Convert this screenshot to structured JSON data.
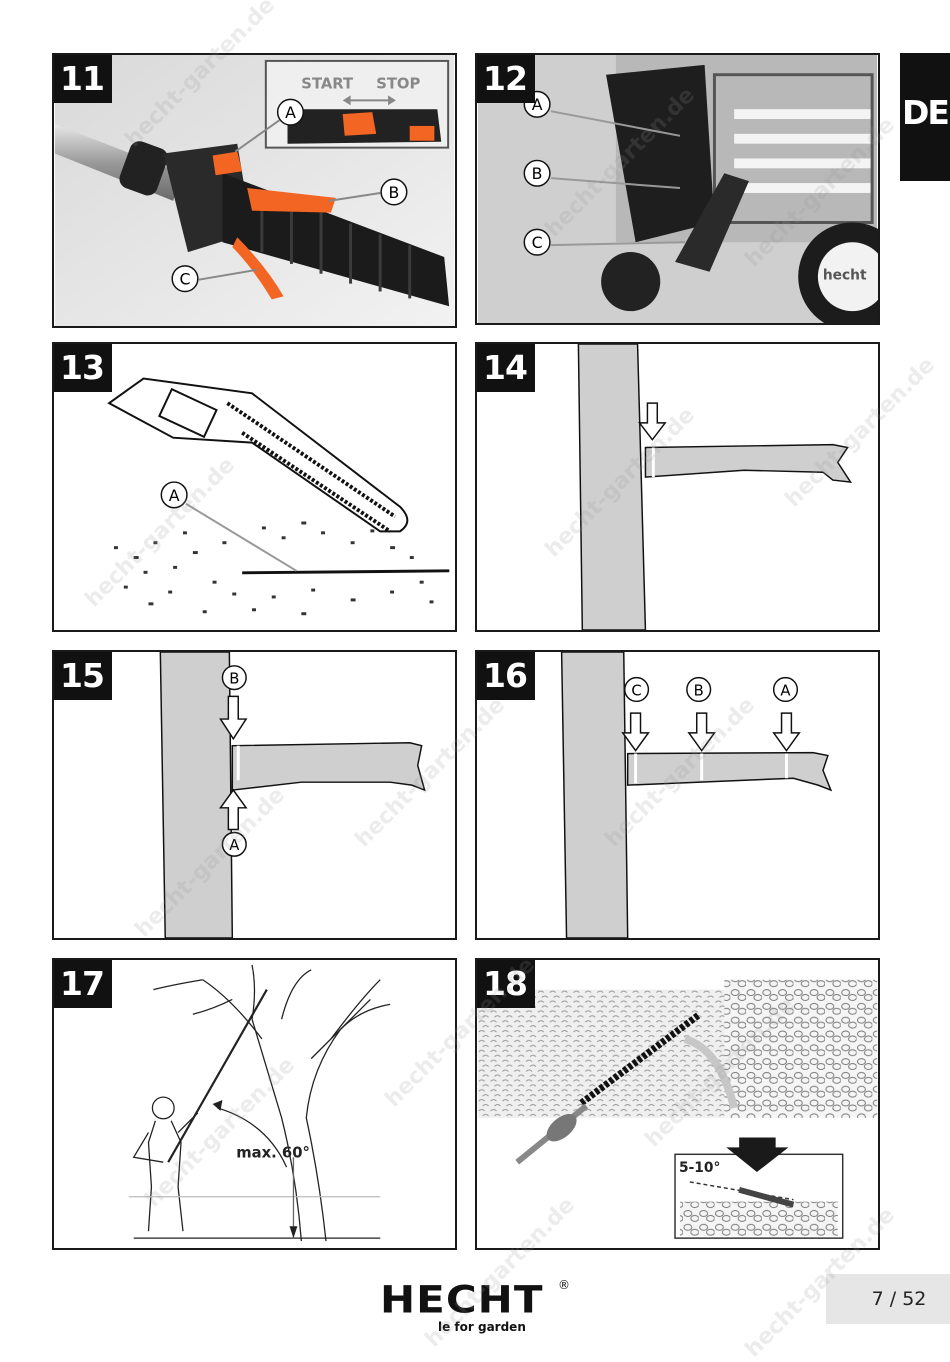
{
  "language_tab": "DE",
  "figures": {
    "f11": {
      "number": "11",
      "start_label": "START",
      "stop_label": "STOP",
      "callouts": [
        "A",
        "B",
        "C"
      ]
    },
    "f12": {
      "number": "12",
      "callouts": [
        "A",
        "B",
        "C"
      ],
      "engine_brand": "hecht"
    },
    "f13": {
      "number": "13",
      "callouts": [
        "A"
      ]
    },
    "f14": {
      "number": "14"
    },
    "f15": {
      "number": "15",
      "callouts": [
        "B",
        "A"
      ]
    },
    "f16": {
      "number": "16",
      "callouts": [
        "C",
        "B",
        "A"
      ]
    },
    "f17": {
      "number": "17",
      "angle_label": "max. 60°"
    },
    "f18": {
      "number": "18",
      "angle_label": "5-10°"
    }
  },
  "footer": {
    "page": "7 / 52",
    "logo_text": "HECHT",
    "logo_tagline": "le for garden"
  },
  "watermark": "hecht-garten.de",
  "colors": {
    "accent_orange": "#f26522",
    "panel_border": "#1a1a1a",
    "tree_gray": "#cfcfcf"
  }
}
